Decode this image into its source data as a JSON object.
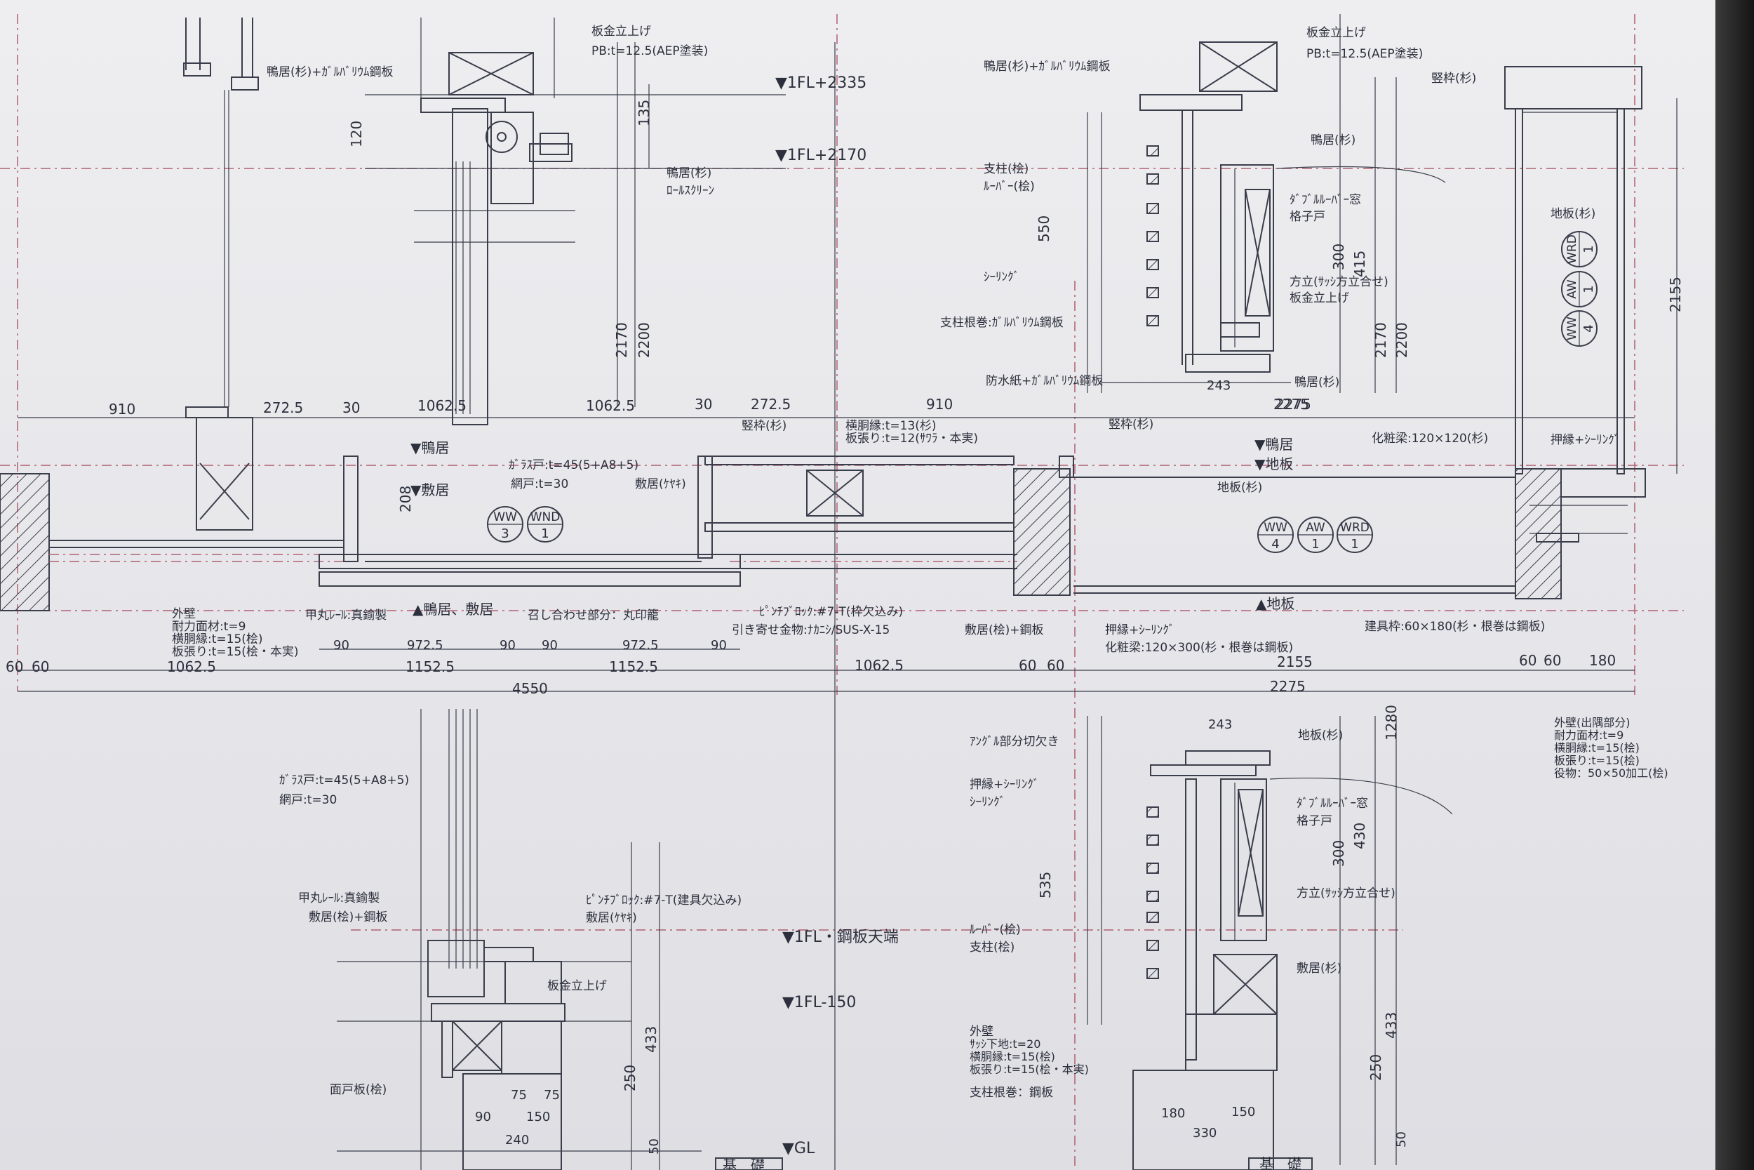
{
  "levels": {
    "fl2335": "▼1FL+2335",
    "fl2170": "▼1FL+2170",
    "fl_top": "▼1FL・鋼板天端",
    "fl_150": "▼1FL-150",
    "gl": "▼GL",
    "kamoi": "▼鴨居",
    "shikii": "▼敷居",
    "kamoi_r": "▼鴨居",
    "jiita_r": "▼地板",
    "jiita_b": "▲地板",
    "kamoi_shikii": "▲鴨居、敷居"
  },
  "labels": {
    "top_left": [
      {
        "key": "tl1",
        "text": "板金立上げ"
      },
      {
        "key": "tl2",
        "text": "PB:t=12.5(AEP塗装)"
      },
      {
        "key": "tl3",
        "text": "鴨居(杉)+ｶﾞﾙﾊﾞﾘｳﾑ鋼板"
      },
      {
        "key": "tl4",
        "text": "鴨居(杉)"
      },
      {
        "key": "tl5",
        "text": "ﾛｰﾙｽｸﾘｰﾝ"
      }
    ],
    "top_right": [
      {
        "key": "tr1",
        "text": "板金立上げ"
      },
      {
        "key": "tr2",
        "text": "PB:t=12.5(AEP塗装)"
      },
      {
        "key": "tr3",
        "text": "鴨居(杉)+ｶﾞﾙﾊﾞﾘｳﾑ鋼板"
      },
      {
        "key": "tr4",
        "text": "鴨居(杉)"
      },
      {
        "key": "tr5",
        "text": "支柱(桧)"
      },
      {
        "key": "tr6",
        "text": "ﾙｰﾊﾞｰ(桧)"
      },
      {
        "key": "tr7",
        "text": "ﾀﾞﾌﾞﾙﾙｰﾊﾞｰ窓"
      },
      {
        "key": "tr8",
        "text": "格子戸"
      },
      {
        "key": "tr9",
        "text": "ｼｰﾘﾝｸﾞ"
      },
      {
        "key": "tr10",
        "text": "方立(ｻｯｼ方立合せ)"
      },
      {
        "key": "tr11",
        "text": "板金立上げ"
      },
      {
        "key": "tr12",
        "text": "支柱根巻:ｶﾞﾙﾊﾞﾘｳﾑ鋼板"
      },
      {
        "key": "tr13",
        "text": "防水紙+ｶﾞﾙﾊﾞﾘｳﾑ鋼板"
      },
      {
        "key": "tr14",
        "text": "鴨居(杉)"
      },
      {
        "key": "tr15",
        "text": "竪枠(杉)"
      },
      {
        "key": "tr16",
        "text": "地板(杉)"
      }
    ],
    "plan": [
      {
        "key": "p1",
        "text": "竪枠(杉)"
      },
      {
        "key": "p2",
        "text": "横胴縁:t=13(杉)"
      },
      {
        "key": "p3",
        "text": "板張り:t=12(ｻﾜﾗ・本実)"
      },
      {
        "key": "p4",
        "text": "竪枠(杉)"
      },
      {
        "key": "p5",
        "text": "化粧梁:120×120(杉)"
      },
      {
        "key": "p6",
        "text": "押縁+ｼｰﾘﾝｸﾞ"
      },
      {
        "key": "p7",
        "text": "ｶﾞﾗｽ戸:t=45(5+A8+5)"
      },
      {
        "key": "p8",
        "text": "網戸:t=30"
      },
      {
        "key": "p9",
        "text": "敷居(ｹﾔｷ)"
      },
      {
        "key": "p10",
        "text": "地板(杉)"
      },
      {
        "key": "p11",
        "text": "外壁"
      },
      {
        "key": "p12",
        "text": "耐力面材:t=9"
      },
      {
        "key": "p13",
        "text": "横胴縁:t=15(桧)"
      },
      {
        "key": "p14",
        "text": "板張り:t=15(桧・本実)"
      },
      {
        "key": "p15",
        "text": "甲丸ﾚｰﾙ:真鍮製"
      },
      {
        "key": "p16",
        "text": "召し合わせ部分：丸印籠"
      },
      {
        "key": "p17",
        "text": "ﾋﾟﾝﾁﾌﾞﾛｯｸ:#7-T(枠欠込み)"
      },
      {
        "key": "p18",
        "text": "引き寄せ金物:ﾅｶﾆｼ/SUS-X-15"
      },
      {
        "key": "p19",
        "text": "敷居(桧)+鋼板"
      },
      {
        "key": "p20",
        "text": "押縁+ｼｰﾘﾝｸﾞ"
      },
      {
        "key": "p21",
        "text": "化粧梁:120×300(杉・根巻は鋼板)"
      },
      {
        "key": "p22",
        "text": "建具枠:60×180(杉・根巻は鋼板)"
      },
      {
        "key": "p23",
        "text": "外壁(出隅部分)"
      },
      {
        "key": "p24",
        "text": "耐力面材:t=9"
      },
      {
        "key": "p25",
        "text": "横胴縁:t=15(桧)"
      },
      {
        "key": "p26",
        "text": "板張り:t=15(桧)"
      },
      {
        "key": "p27",
        "text": "役物：50×50加工(桧)"
      }
    ],
    "bottom_left": [
      {
        "key": "bl1",
        "text": "ｶﾞﾗｽ戸:t=45(5+A8+5)"
      },
      {
        "key": "bl2",
        "text": "網戸:t=30"
      },
      {
        "key": "bl3",
        "text": "甲丸ﾚｰﾙ:真鍮製"
      },
      {
        "key": "bl4",
        "text": "敷居(桧)+鋼板"
      },
      {
        "key": "bl5",
        "text": "ﾋﾟﾝﾁﾌﾞﾛｯｸ:#7-T(建具欠込み)"
      },
      {
        "key": "bl6",
        "text": "敷居(ｹﾔｷ)"
      },
      {
        "key": "bl7",
        "text": "板金立上げ"
      },
      {
        "key": "bl8",
        "text": "面戸板(桧)"
      },
      {
        "key": "bl9",
        "text": "基　礎"
      }
    ],
    "bottom_right": [
      {
        "key": "br1",
        "text": "ｱﾝｸﾞﾙ部分切欠き"
      },
      {
        "key": "br2",
        "text": "押縁+ｼｰﾘﾝｸﾞ"
      },
      {
        "key": "br3",
        "text": "ｼｰﾘﾝｸﾞ"
      },
      {
        "key": "br4",
        "text": "地板(杉)"
      },
      {
        "key": "br5",
        "text": "ﾀﾞﾌﾞﾙﾙｰﾊﾞｰ窓"
      },
      {
        "key": "br6",
        "text": "格子戸"
      },
      {
        "key": "br7",
        "text": "方立(ｻｯｼ方立合せ)"
      },
      {
        "key": "br8",
        "text": "ﾙｰﾊﾞｰ(桧)"
      },
      {
        "key": "br9",
        "text": "支柱(桧)"
      },
      {
        "key": "br10",
        "text": "敷居(杉)"
      },
      {
        "key": "br11",
        "text": "外壁"
      },
      {
        "key": "br12",
        "text": "ｻｯｼ下地:t=20"
      },
      {
        "key": "br13",
        "text": "横胴縁:t=15(桧)"
      },
      {
        "key": "br14",
        "text": "板張り:t=15(桧・本実)"
      },
      {
        "key": "br15",
        "text": "支柱根巻：鋼板"
      },
      {
        "key": "br16",
        "text": "基　礎"
      }
    ]
  },
  "tags": [
    {
      "key": "t1",
      "top": "WW",
      "bottom": "3"
    },
    {
      "key": "t2",
      "top": "WND",
      "bottom": "1"
    },
    {
      "key": "t3",
      "top": "WW",
      "bottom": "4"
    },
    {
      "key": "t4",
      "top": "AW",
      "bottom": "1"
    },
    {
      "key": "t5",
      "top": "WRD",
      "bottom": "1"
    },
    {
      "key": "t6",
      "top": "WRD",
      "bottom": "1"
    },
    {
      "key": "t7",
      "top": "AW",
      "bottom": "1"
    },
    {
      "key": "t8",
      "top": "WW",
      "bottom": "4"
    }
  ],
  "dims": {
    "plan_top": [
      "910",
      "272.5",
      "30",
      "1062.5",
      "1062.5",
      "30",
      "272.5",
      "910",
      "2275"
    ],
    "plan_sub": [
      "90",
      "972.5",
      "90",
      "90",
      "972.5",
      "90"
    ],
    "plan_row1": [
      "60",
      "60",
      "1062.5",
      "1152.5",
      "1152.5",
      "1062.5",
      "60",
      "60",
      "2155",
      "60",
      "60",
      "180"
    ],
    "plan_totals": [
      "4550",
      "2275"
    ],
    "top_left_heights": [
      "2170",
      "2200",
      "135",
      "120",
      "208"
    ],
    "top_right_heights": [
      "550",
      "300",
      "415",
      "2170",
      "2200",
      "2155",
      "243",
      "2275"
    ],
    "bottom_left": [
      "433",
      "250",
      "240",
      "150",
      "90",
      "75",
      "75",
      "50"
    ],
    "bottom_right": [
      "535",
      "300",
      "430",
      "1280",
      "433",
      "250",
      "330",
      "180",
      "150",
      "243",
      "50"
    ]
  }
}
